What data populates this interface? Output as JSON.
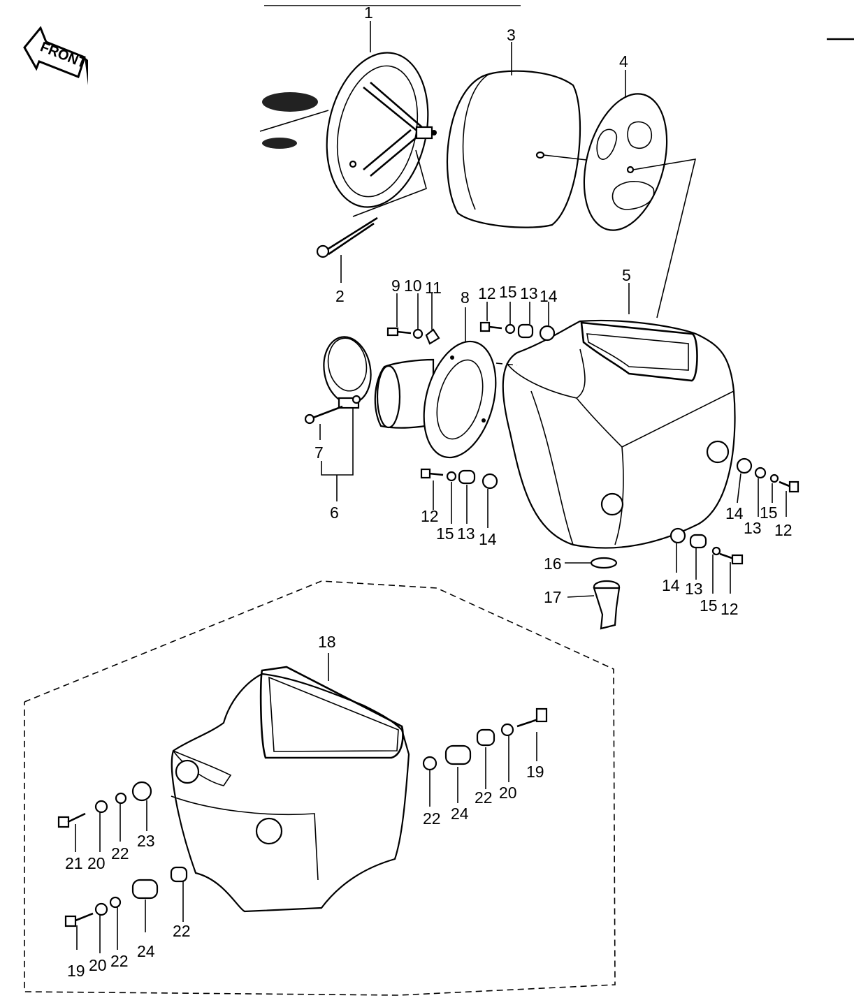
{
  "front_label": "FRONT",
  "callouts": [
    {
      "id": "c1",
      "text": "1"
    },
    {
      "id": "c2",
      "text": "2"
    },
    {
      "id": "c3",
      "text": "3"
    },
    {
      "id": "c4",
      "text": "4"
    },
    {
      "id": "c5",
      "text": "5"
    },
    {
      "id": "c6",
      "text": "6"
    },
    {
      "id": "c7",
      "text": "7"
    },
    {
      "id": "c8",
      "text": "8"
    },
    {
      "id": "c9",
      "text": "9"
    },
    {
      "id": "c10",
      "text": "10"
    },
    {
      "id": "c11",
      "text": "11"
    },
    {
      "id": "c12a",
      "text": "12"
    },
    {
      "id": "c15a",
      "text": "15"
    },
    {
      "id": "c13a",
      "text": "13"
    },
    {
      "id": "c14a",
      "text": "14"
    },
    {
      "id": "c12b",
      "text": "12"
    },
    {
      "id": "c15b",
      "text": "15"
    },
    {
      "id": "c13b",
      "text": "13"
    },
    {
      "id": "c14b",
      "text": "14"
    },
    {
      "id": "c14c",
      "text": "14"
    },
    {
      "id": "c13c",
      "text": "13"
    },
    {
      "id": "c15c",
      "text": "15"
    },
    {
      "id": "c12c",
      "text": "12"
    },
    {
      "id": "c14d",
      "text": "14"
    },
    {
      "id": "c13d",
      "text": "13"
    },
    {
      "id": "c15d",
      "text": "15"
    },
    {
      "id": "c12d",
      "text": "12"
    },
    {
      "id": "c16",
      "text": "16"
    },
    {
      "id": "c17",
      "text": "17"
    },
    {
      "id": "c18",
      "text": "18"
    },
    {
      "id": "c19a",
      "text": "19"
    },
    {
      "id": "c20a",
      "text": "20"
    },
    {
      "id": "c22a",
      "text": "22"
    },
    {
      "id": "c24a",
      "text": "24"
    },
    {
      "id": "c22b",
      "text": "22"
    },
    {
      "id": "c21",
      "text": "21"
    },
    {
      "id": "c20b",
      "text": "20"
    },
    {
      "id": "c22c",
      "text": "22"
    },
    {
      "id": "c23",
      "text": "23"
    },
    {
      "id": "c22d",
      "text": "22"
    },
    {
      "id": "c19b",
      "text": "19"
    },
    {
      "id": "c20c",
      "text": "20"
    },
    {
      "id": "c22e",
      "text": "22"
    },
    {
      "id": "c24b",
      "text": "24"
    }
  ]
}
